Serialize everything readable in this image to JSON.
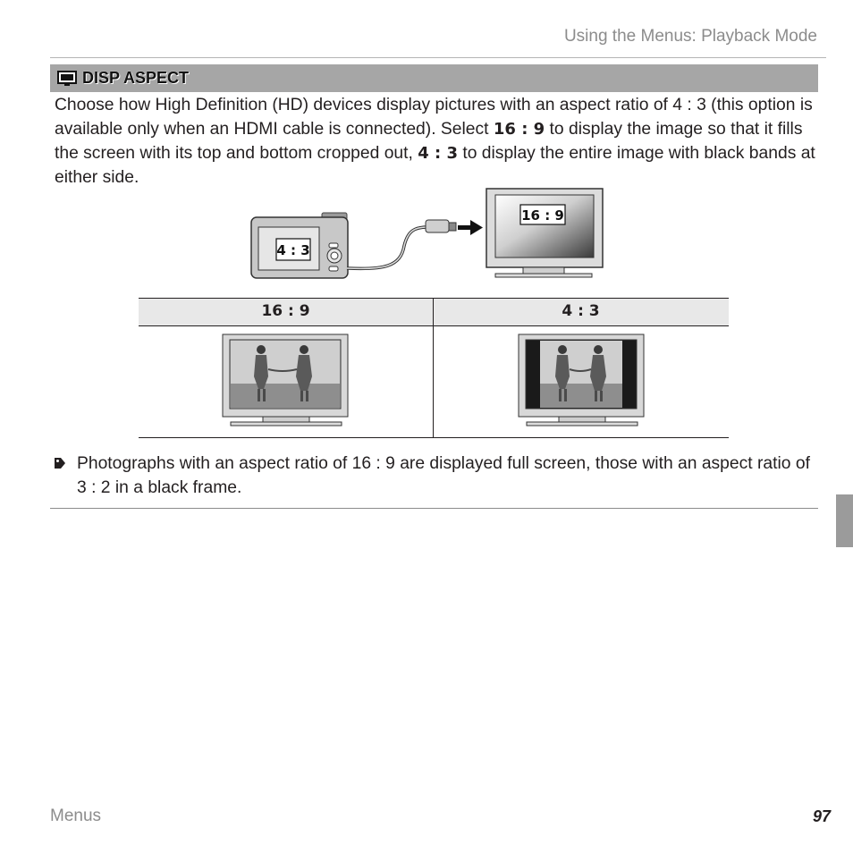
{
  "header": {
    "title": "Using the Menus: Playback Mode"
  },
  "section": {
    "icon": "tv-screen-icon",
    "title": "DISP ASPECT"
  },
  "intro": {
    "p1": "Choose how ",
    "h_letter": "H",
    "p2": "igh ",
    "d_letter": "D",
    "p3": "efinition (HD) devices display pictures with an aspect ratio of 4 : 3 (this option is available only when an HDMI cable is connected).  Select ",
    "opt1": "16 : 9",
    "p4": " to display the image so that it fills the screen with its top and bottom cropped out, ",
    "opt2": "4 : 3",
    "p5": " to display the entire image with black bands at either side."
  },
  "diagram": {
    "camera_label": "4 : 3",
    "tv_label": "16 : 9",
    "icons": [
      "camera-icon",
      "hdmi-cable-icon",
      "arrow-right-icon",
      "tv-icon"
    ]
  },
  "table": {
    "columns": [
      "16 : 9",
      "4 : 3"
    ]
  },
  "note": {
    "icon": "note-tag-icon",
    "text": "Photographs with an aspect ratio of 16 : 9 are displayed full screen, those with an aspect ratio of 3 : 2 in a black frame."
  },
  "footer": {
    "section": "Menus",
    "page_number": "97"
  },
  "colors": {
    "section_bar": "#a6a6a6",
    "table_header": "#e8e8e8",
    "muted_text": "#8c8c8c",
    "thumb_tab": "#9b9b9b"
  }
}
